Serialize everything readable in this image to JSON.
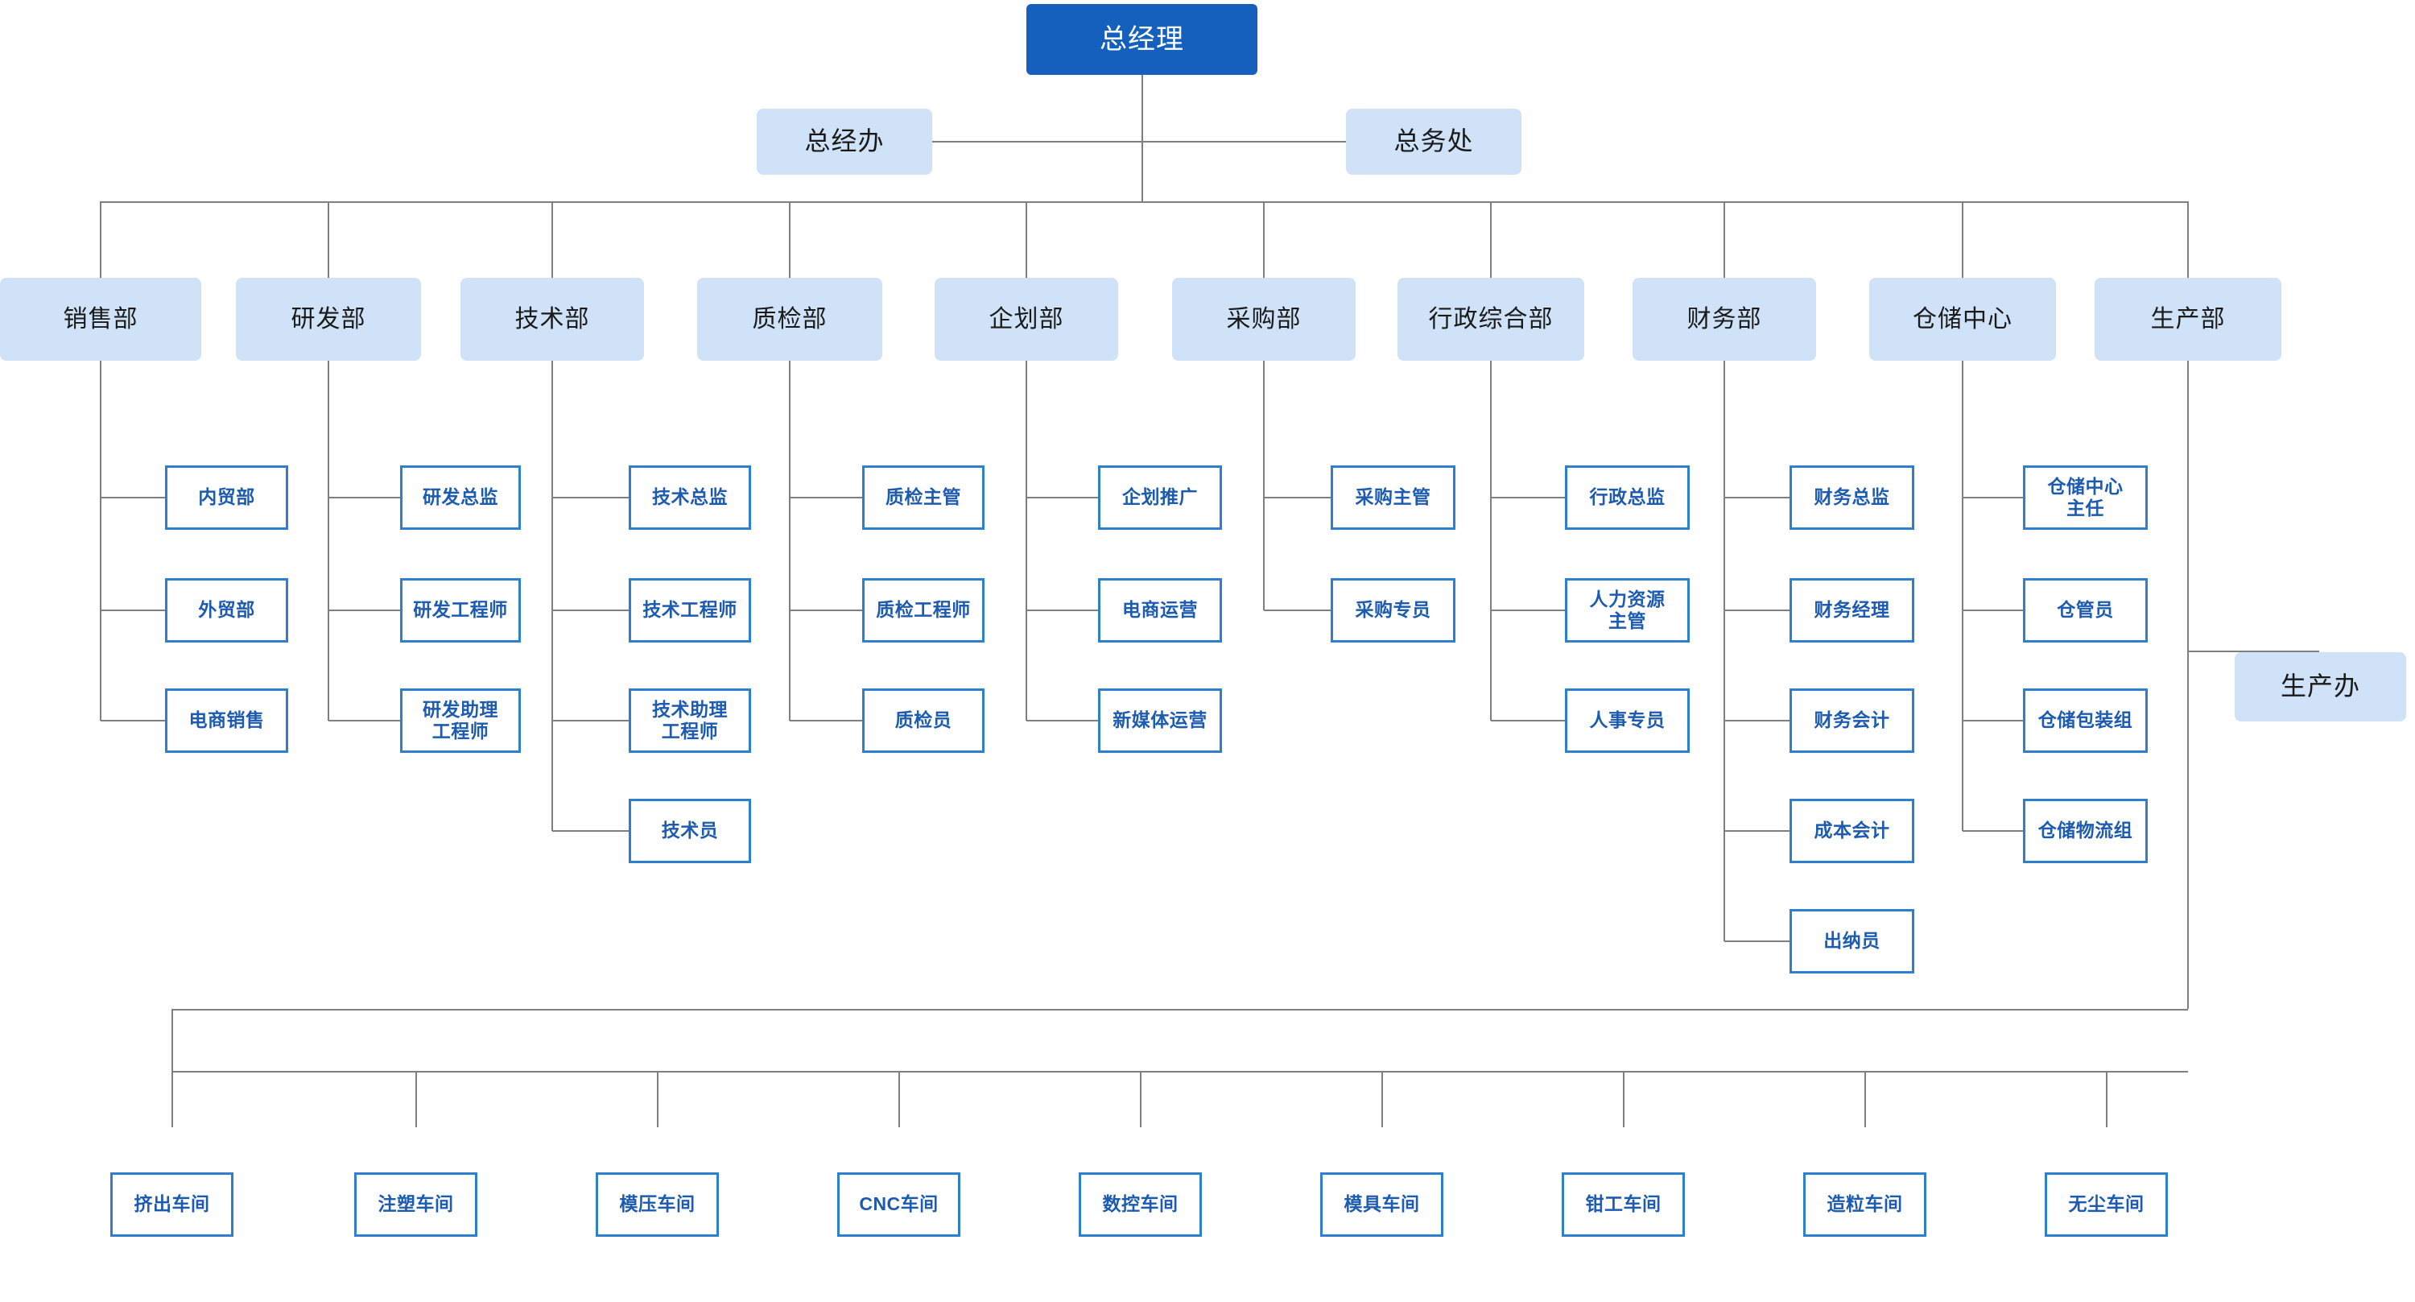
{
  "chart_title": "",
  "colors": {
    "root_fill": "#1560bd",
    "root_text": "#ffffff",
    "dept_fill": "#cfe2f7",
    "dept_text": "#1a1a1a",
    "sub_border": "#2f7fd1",
    "sub_text": "#1d5bb0",
    "connector": "#7f7f7f",
    "background": "#ffffff"
  },
  "root": {
    "label": "总经理"
  },
  "offices": [
    {
      "label": "总经办"
    },
    {
      "label": "总务处"
    }
  ],
  "departments": [
    {
      "label": "销售部",
      "children": [
        {
          "label": "内贸部"
        },
        {
          "label": "外贸部"
        },
        {
          "label": "电商销售"
        }
      ]
    },
    {
      "label": "研发部",
      "children": [
        {
          "label": "研发总监"
        },
        {
          "label": "研发工程师"
        },
        {
          "label": "研发助理\n工程师"
        }
      ]
    },
    {
      "label": "技术部",
      "children": [
        {
          "label": "技术总监"
        },
        {
          "label": "技术工程师"
        },
        {
          "label": "技术助理\n工程师"
        },
        {
          "label": "技术员"
        }
      ]
    },
    {
      "label": "质检部",
      "children": [
        {
          "label": "质检主管"
        },
        {
          "label": "质检工程师"
        },
        {
          "label": "质检员"
        }
      ]
    },
    {
      "label": "企划部",
      "children": [
        {
          "label": "企划推广"
        },
        {
          "label": "电商运营"
        },
        {
          "label": "新媒体运营"
        }
      ]
    },
    {
      "label": "采购部",
      "children": [
        {
          "label": "采购主管"
        },
        {
          "label": "采购专员"
        }
      ]
    },
    {
      "label": "行政综合部",
      "children": [
        {
          "label": "行政总监"
        },
        {
          "label": "人力资源\n主管"
        },
        {
          "label": "人事专员"
        }
      ]
    },
    {
      "label": "财务部",
      "children": [
        {
          "label": "财务总监"
        },
        {
          "label": "财务经理"
        },
        {
          "label": "财务会计"
        },
        {
          "label": "成本会计"
        },
        {
          "label": "出纳员"
        }
      ]
    },
    {
      "label": "仓储中心",
      "children": [
        {
          "label": "仓储中心\n主任"
        },
        {
          "label": "仓管员"
        },
        {
          "label": "仓储包装组"
        },
        {
          "label": "仓储物流组"
        }
      ]
    },
    {
      "label": "生产部",
      "children": []
    }
  ],
  "production_office": {
    "label": "生产办"
  },
  "workshops": [
    {
      "label": "挤出车间"
    },
    {
      "label": "注塑车间"
    },
    {
      "label": "模压车间"
    },
    {
      "label": "CNC车间"
    },
    {
      "label": "数控车间"
    },
    {
      "label": "模具车间"
    },
    {
      "label": "钳工车间"
    },
    {
      "label": "造粒车间"
    },
    {
      "label": "无尘车间"
    }
  ]
}
